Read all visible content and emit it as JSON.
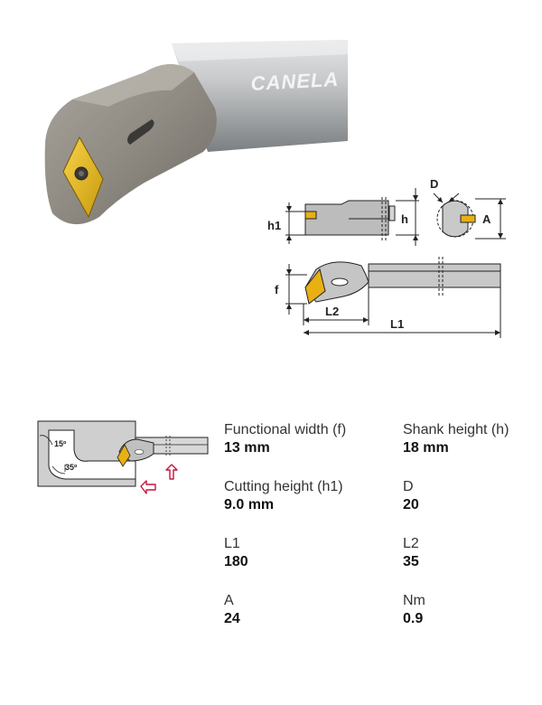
{
  "photo": {
    "brand": "CANELA"
  },
  "diagram": {
    "labels": {
      "h1": "h1",
      "h": "h",
      "D": "D",
      "A": "A",
      "f": "f",
      "L2": "L2",
      "L1": "L1"
    }
  },
  "sketch": {
    "angle_top": "15º",
    "angle_bottom": "35º"
  },
  "specs": [
    {
      "label": "Functional width (f)",
      "value": "13 mm"
    },
    {
      "label": "Shank height (h)",
      "value": "18 mm"
    },
    {
      "label": "Cutting height (h1)",
      "value": "9.0 mm"
    },
    {
      "label": "D",
      "value": "20"
    },
    {
      "label": "L1",
      "value": "180"
    },
    {
      "label": "L2",
      "value": "35"
    },
    {
      "label": "A",
      "value": "24"
    },
    {
      "label": "Nm",
      "value": "0.9"
    }
  ],
  "colors": {
    "insert": "#e8b012",
    "shank": "#b9bbbd",
    "arrow": "#c4163c"
  }
}
